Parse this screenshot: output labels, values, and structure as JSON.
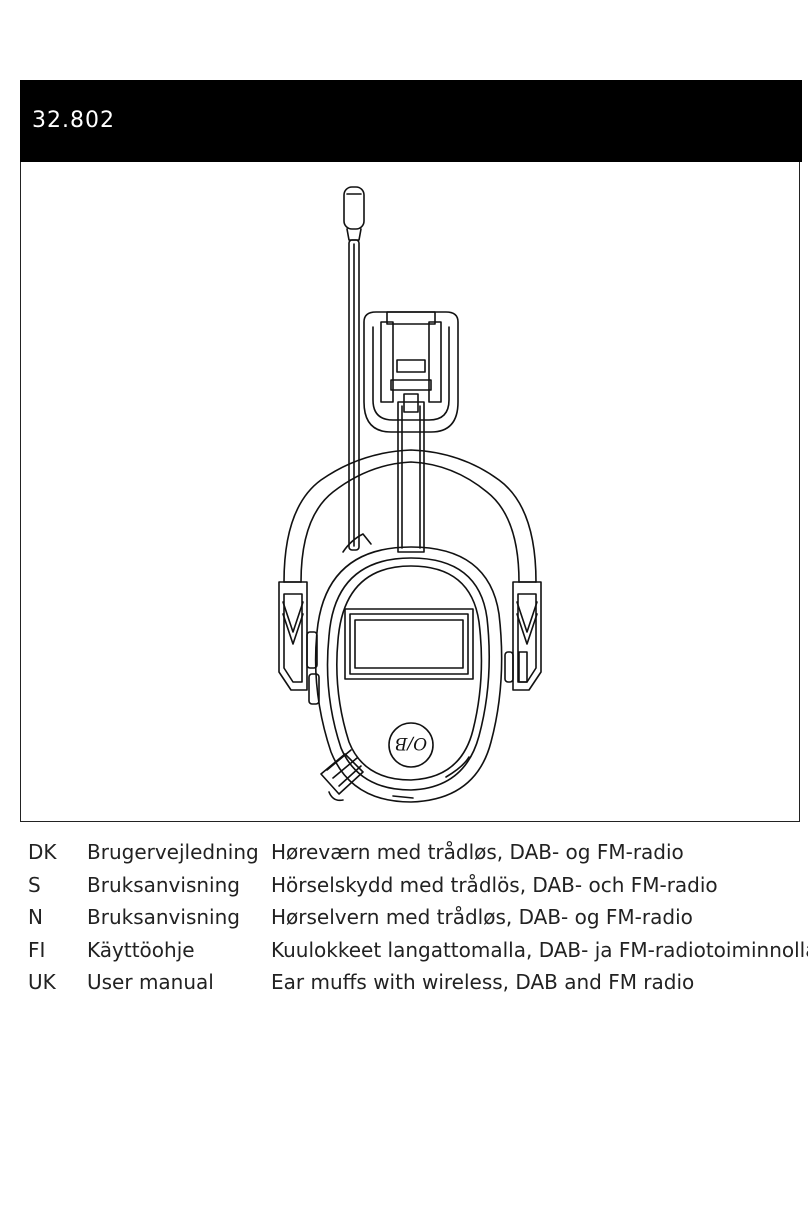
{
  "header": {
    "model_number": "32.802"
  },
  "figure": {
    "logo_text": "O/B",
    "subject": "ear-muffs-with-radio"
  },
  "languages": [
    {
      "code": "DK",
      "manual": "Brugervejledning",
      "description": "Høreværn med trådløs, DAB- og FM-radio"
    },
    {
      "code": "S",
      "manual": "Bruksanvisning",
      "description": "Hörselskydd med trådlös, DAB- och FM-radio"
    },
    {
      "code": "N",
      "manual": "Bruksanvisning",
      "description": "Hørselvern med trådløs, DAB- og FM-radio"
    },
    {
      "code": "FI",
      "manual": "Käyttöohje",
      "description": "Kuulokkeet langattomalla, DAB- ja FM-radiotoiminnolla"
    },
    {
      "code": "UK",
      "manual": "User manual",
      "description": "Ear muffs with wireless, DAB and FM radio"
    }
  ]
}
